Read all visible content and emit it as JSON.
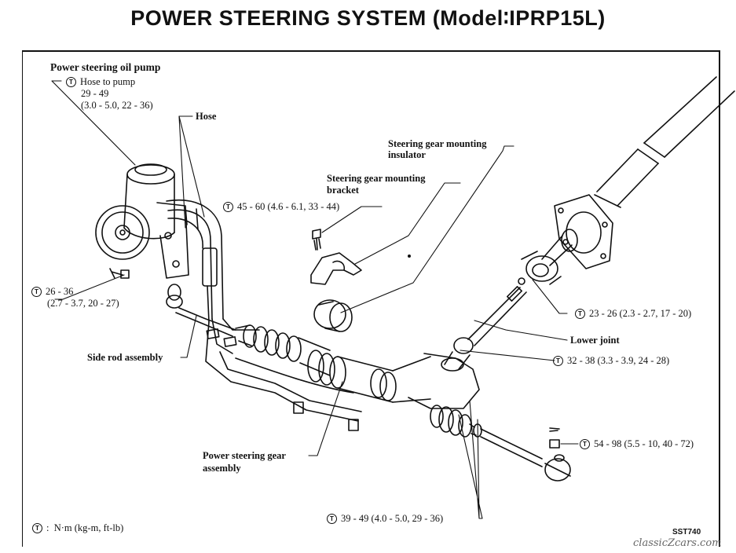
{
  "title": "POWER STEERING SYSTEM (Model∶IPRP15L)",
  "torque_symbol": "T",
  "labels": {
    "oil_pump": "Power steering oil pump",
    "hose_to_pump": "Hose to pump",
    "hose_to_pump_torque_1": "29 - 49",
    "hose_to_pump_torque_2": "(3.0 - 5.0, 22 - 36)",
    "hose": "Hose",
    "mounting_insulator_1": "Steering gear mounting",
    "mounting_insulator_2": "insulator",
    "mounting_bracket_1": "Steering gear mounting",
    "mounting_bracket_2": "bracket",
    "bracket_torque": "45 - 60 (4.6 - 6.1, 33 - 44)",
    "pump_bolt_torque_1": "26 - 36",
    "pump_bolt_torque_2": "(2.7 - 3.7, 20 - 27)",
    "side_rod": "Side rod assembly",
    "gear_assembly_1": "Power steering gear",
    "gear_assembly_2": "assembly",
    "joint_torque": "23 - 26 (2.3 - 2.7, 17 - 20)",
    "lower_joint": "Lower joint",
    "lower_joint_torque": "32 - 38 (3.3 - 3.9, 24 - 28)",
    "tie_rod_torque": "54 - 98 (5.5 - 10, 40 - 72)",
    "line_torque": "39 - 49 (4.0 - 5.0, 29 - 36)",
    "legend_sep": ":",
    "legend_units": "N·m (kg-m, ft-lb)",
    "figure_code": "SST740",
    "watermark": "classicZcars.com"
  }
}
